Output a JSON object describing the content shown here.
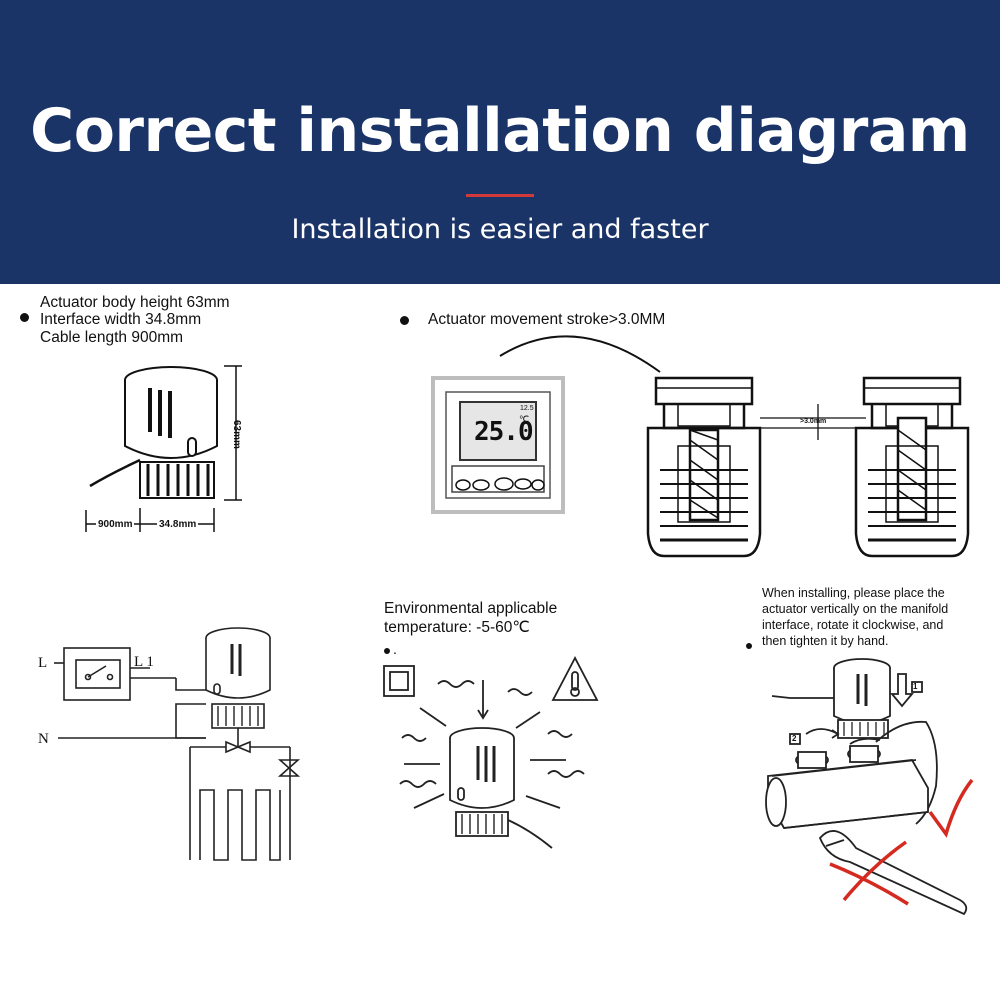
{
  "header": {
    "title": "Correct installation diagram",
    "subtitle": "Installation is easier and faster",
    "accent_color": "#d23a3a",
    "background_color": "#1a3468"
  },
  "panel_dimensions": {
    "lines": [
      "Actuator body height 63mm",
      "Interface width 34.8mm",
      "Cable length 900mm"
    ],
    "height_label": "63mm",
    "cable_label": "900mm",
    "width_label": "34.8mm"
  },
  "panel_stroke": {
    "text": "Actuator movement stroke>3.0MM",
    "display_value": "25.0",
    "display_unit": "℃",
    "display_small": "12.5",
    "stroke_label": ">3.0mm"
  },
  "panel_wiring": {
    "label_l": "L",
    "label_l1": "L 1",
    "label_n": "N"
  },
  "panel_environment": {
    "lines": [
      "Environmental applicable",
      "temperature: -5-60℃"
    ]
  },
  "panel_mounting": {
    "lines": [
      "When installing, please place the",
      "actuator vertically on the manifold",
      "interface, rotate it clockwise, and",
      "then tighten it by hand."
    ],
    "step1": "1",
    "step2": "2",
    "correct_mark_color": "#d42a20",
    "wrong_mark_color": "#d42a20"
  }
}
